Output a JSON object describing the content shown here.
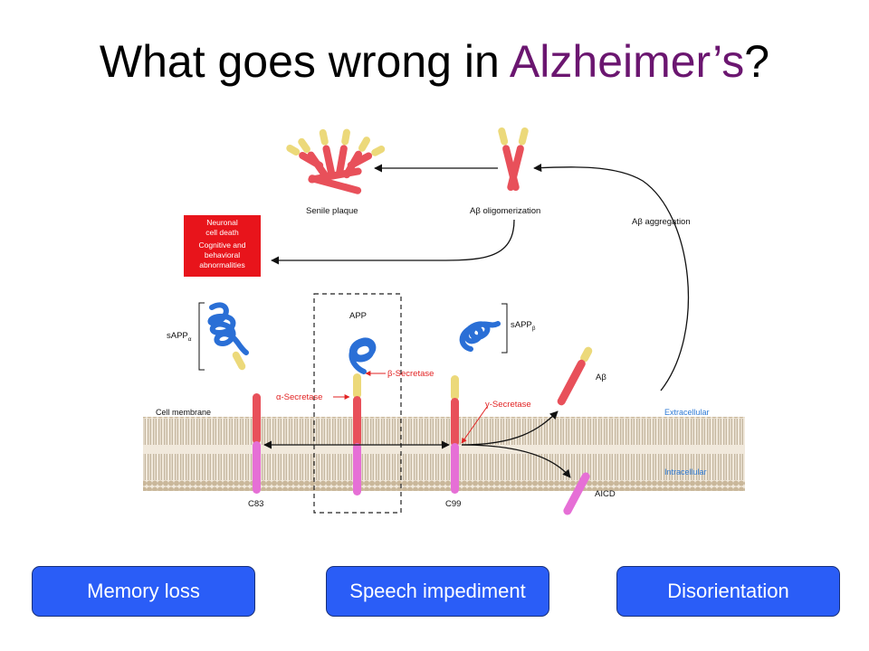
{
  "title": {
    "prefix": "What goes wrong in ",
    "highlight": "Alzheimer’s",
    "suffix": "?"
  },
  "colors": {
    "highlight": "#6b1670",
    "button": "#2a5df7",
    "death_box": "#e8141b",
    "helix": "#2a6fd6",
    "peptide_red": "#e8505a",
    "peptide_yellow": "#ecd97a",
    "peptide_pink": "#e66fd6",
    "enzyme_red": "#e22222",
    "compartment_blue": "#2f7bd6"
  },
  "diagram": {
    "senile_plaque": "Senile plaque",
    "oligomerization": "Aβ oligomerization",
    "aggregation": "Aβ aggregation",
    "death_box": [
      "Neuronal",
      "cell death",
      "Cognitive and",
      "behavioral",
      "abnormalities"
    ],
    "sapp_alpha": "sAPP",
    "sapp_alpha_sub": "α",
    "app": "APP",
    "sapp_beta": "sAPP",
    "sapp_beta_sub": "β",
    "beta_secretase": "β-Secretase",
    "alpha_secretase": "α-Secretase",
    "gamma_secretase": "γ-Secretase",
    "abeta": "Aβ",
    "cell_membrane": "Cell membrane",
    "extracellular": "Extracellular",
    "intracellular": "Intracellular",
    "c83": "C83",
    "c99": "C99",
    "aicd": "AICD"
  },
  "buttons": [
    "Memory loss",
    "Speech impediment",
    "Disorientation"
  ]
}
